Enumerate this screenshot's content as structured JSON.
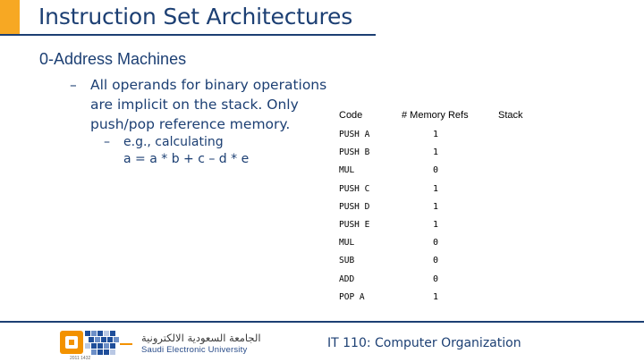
{
  "slide": {
    "title": "Instruction Set Architectures",
    "subtitle": "0-Address Machines",
    "bullet_dash": "–",
    "bullet1": "All operands for binary operations are implicit on the stack. Only push/pop reference memory.",
    "sub_bullet_dash": "–",
    "sub_bullet_line1": "e.g., calculating",
    "sub_bullet_line2": "a = a * b + c – d * e"
  },
  "table": {
    "headers": {
      "code": "Code",
      "mem_refs": "# Memory Refs",
      "stack": "Stack"
    },
    "rows": [
      {
        "code": "PUSH A",
        "refs": "1"
      },
      {
        "code": "PUSH B",
        "refs": "1"
      },
      {
        "code": "MUL",
        "refs": "0"
      },
      {
        "code": "PUSH C",
        "refs": "1"
      },
      {
        "code": "PUSH D",
        "refs": "1"
      },
      {
        "code": "PUSH E",
        "refs": "1"
      },
      {
        "code": "MUL",
        "refs": "0"
      },
      {
        "code": "SUB",
        "refs": "0"
      },
      {
        "code": "ADD",
        "refs": "0"
      },
      {
        "code": "POP A",
        "refs": "1"
      }
    ]
  },
  "footer": {
    "course": "IT 110: Computer Organization",
    "logo_arabic": "الجامعة السعودية الالكترونية",
    "logo_english": "Saudi Electronic University",
    "logo_years": "2011    1432"
  },
  "colors": {
    "accent": "#f7a823",
    "title_blue": "#1c3f73",
    "logo_orange": "#f39200",
    "logo_blue": "#1f4e9a"
  }
}
